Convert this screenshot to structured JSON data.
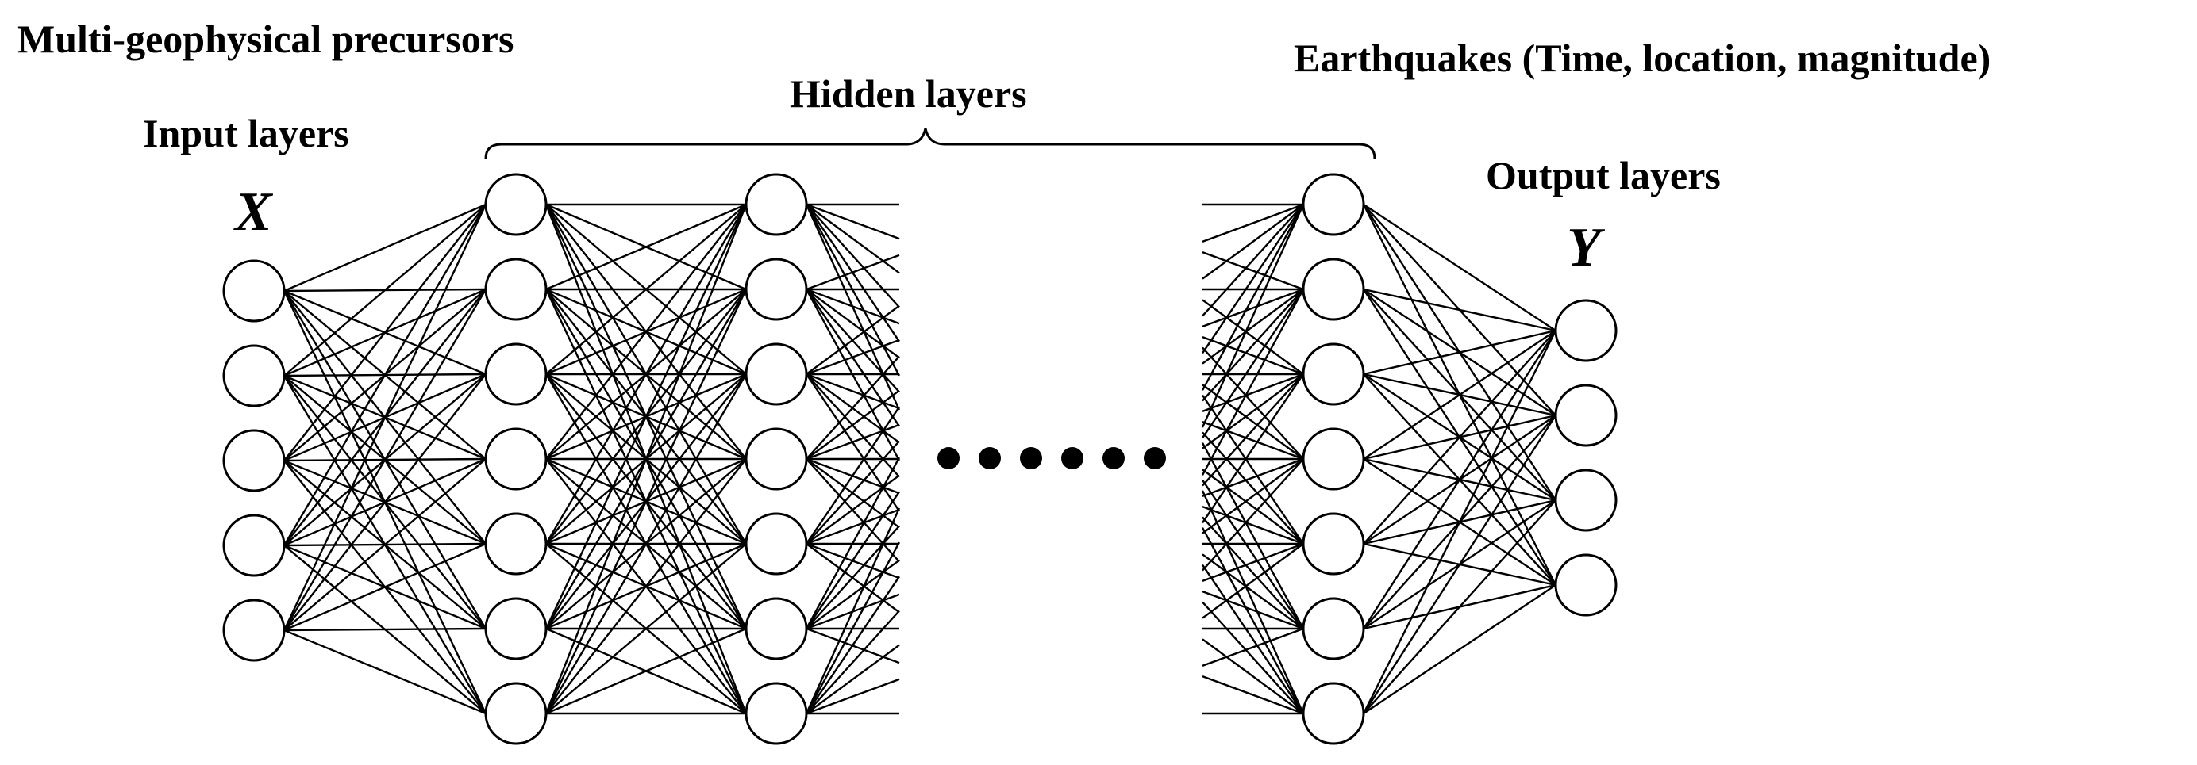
{
  "labels": {
    "precursors": "Multi-geophysical precursors",
    "input_layers": "Input layers",
    "input_var": "X",
    "hidden_layers": "Hidden layers",
    "earthquakes": "Earthquakes (Time, location, magnitude)",
    "output_layers": "Output layers",
    "output_var": "Y"
  },
  "network": {
    "input_nodes": 5,
    "hidden_layers_shown": 3,
    "hidden_nodes_per_layer": 7,
    "output_nodes": 4,
    "ellipsis_dots": 6
  }
}
